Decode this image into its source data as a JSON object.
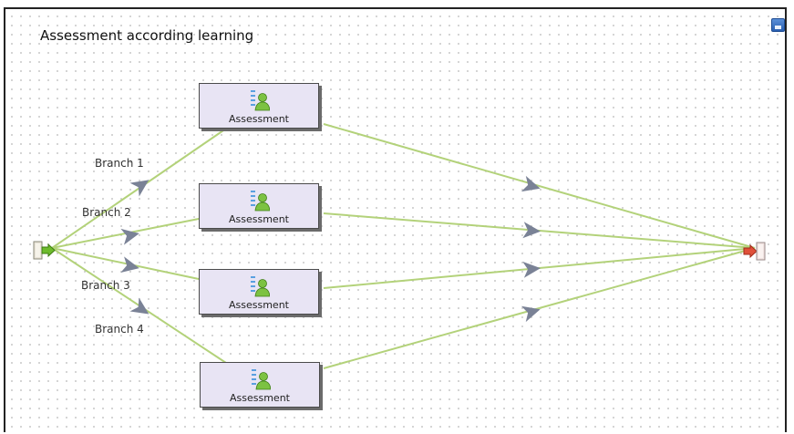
{
  "diagram": {
    "title": "Assessment according learning",
    "nodes": [
      {
        "label": "Assessment"
      },
      {
        "label": "Assessment"
      },
      {
        "label": "Assessment"
      },
      {
        "label": "Assessment"
      }
    ],
    "branches": [
      {
        "label": "Branch 1"
      },
      {
        "label": "Branch 2"
      },
      {
        "label": "Branch 3"
      },
      {
        "label": "Branch 4"
      }
    ],
    "colors": {
      "edge": "#b3d27a",
      "arrow": "#7a8296",
      "node_fill": "#e8e4f4",
      "save_button": "#3a72c8"
    },
    "icons": {
      "start": "start-door-icon",
      "end": "end-door-icon",
      "node": "assessment-user-icon",
      "save": "save-icon"
    }
  }
}
